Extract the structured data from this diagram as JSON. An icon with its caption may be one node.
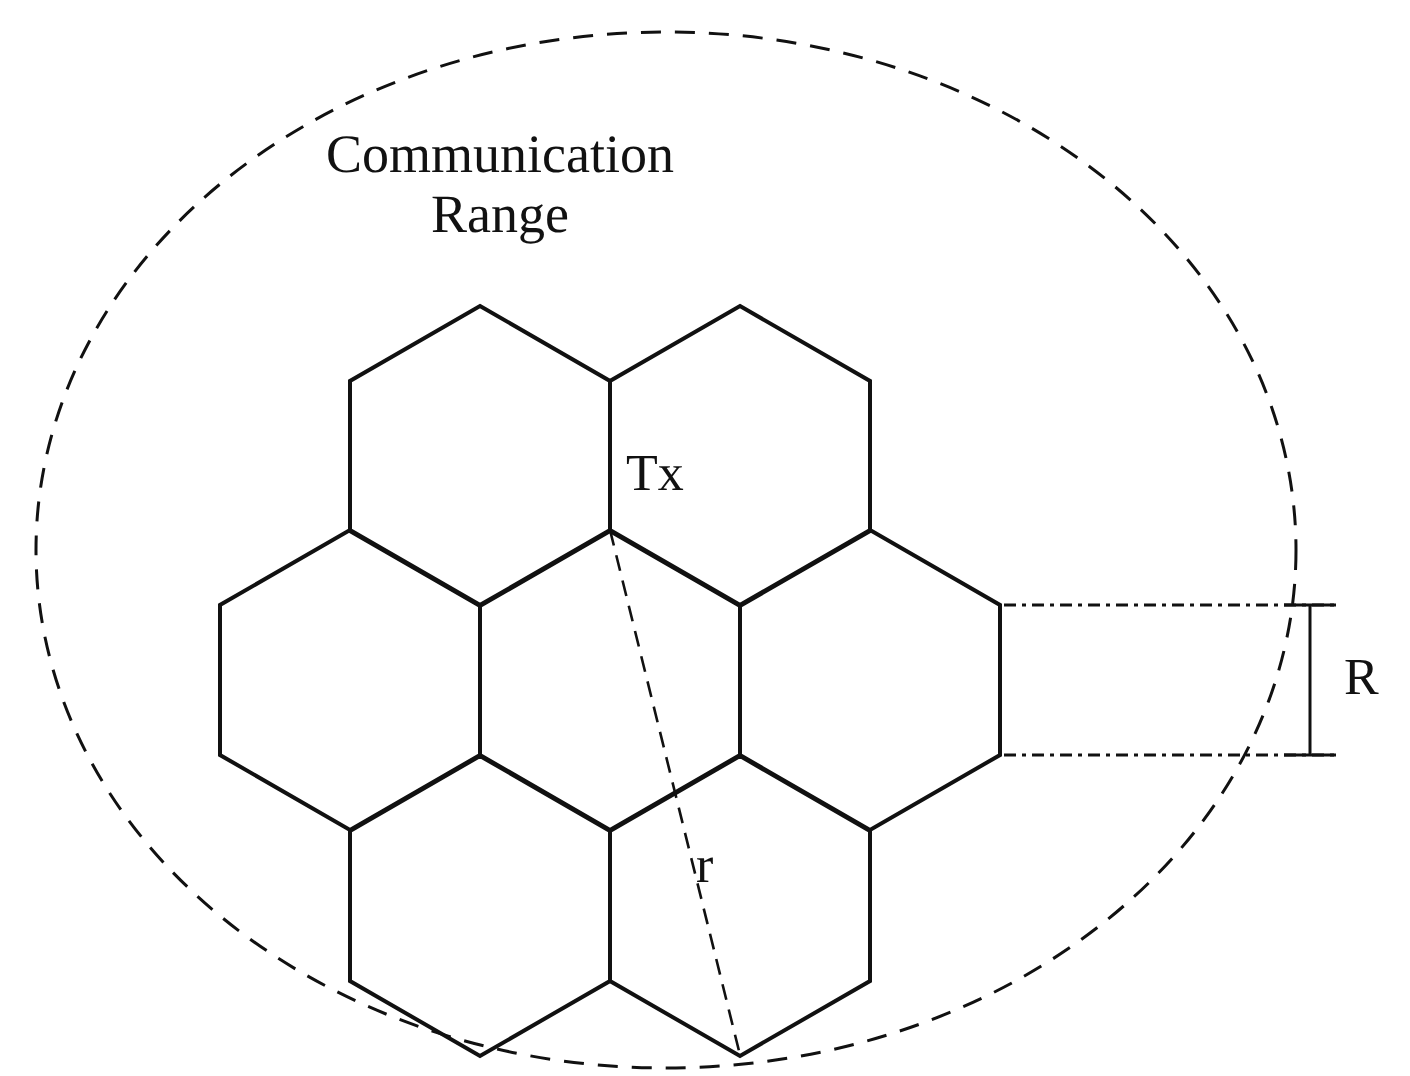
{
  "diagram": {
    "nodes": [
      {
        "text": [
          "Communication Range"
        ]
      },
      {
        "text": [],
        "shape": "hexagon",
        "in": 0
      },
      {
        "text": [],
        "shape": "hexagon",
        "in": 0
      },
      {
        "text": [],
        "shape": "hexagon",
        "in": 0
      },
      {
        "text": [],
        "shape": "hexagon",
        "in": 0
      },
      {
        "text": [],
        "shape": "hexagon",
        "in": 0
      },
      {
        "text": [],
        "shape": "hexagon",
        "in": 0
      },
      {
        "text": [],
        "shape": "hexagon",
        "in": 0
      }
    ],
    "labels": [
      "Tx",
      "r",
      "R"
    ]
  }
}
